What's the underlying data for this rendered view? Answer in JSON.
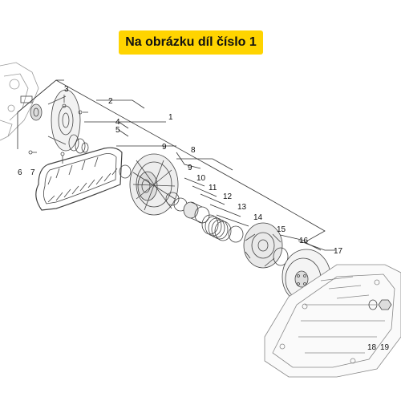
{
  "banner": {
    "text": "Na obrázku díl číslo 1"
  },
  "callouts": [
    "1",
    "2",
    "3",
    "4",
    "5",
    "6",
    "7",
    "8",
    "9",
    "9",
    "10",
    "11",
    "12",
    "13",
    "14",
    "15",
    "16",
    "17",
    "18",
    "19"
  ],
  "colors": {
    "banner": "#ffd400",
    "line": "#333333",
    "part_stroke": "#444444",
    "part_fill": "#f2f2f2"
  }
}
